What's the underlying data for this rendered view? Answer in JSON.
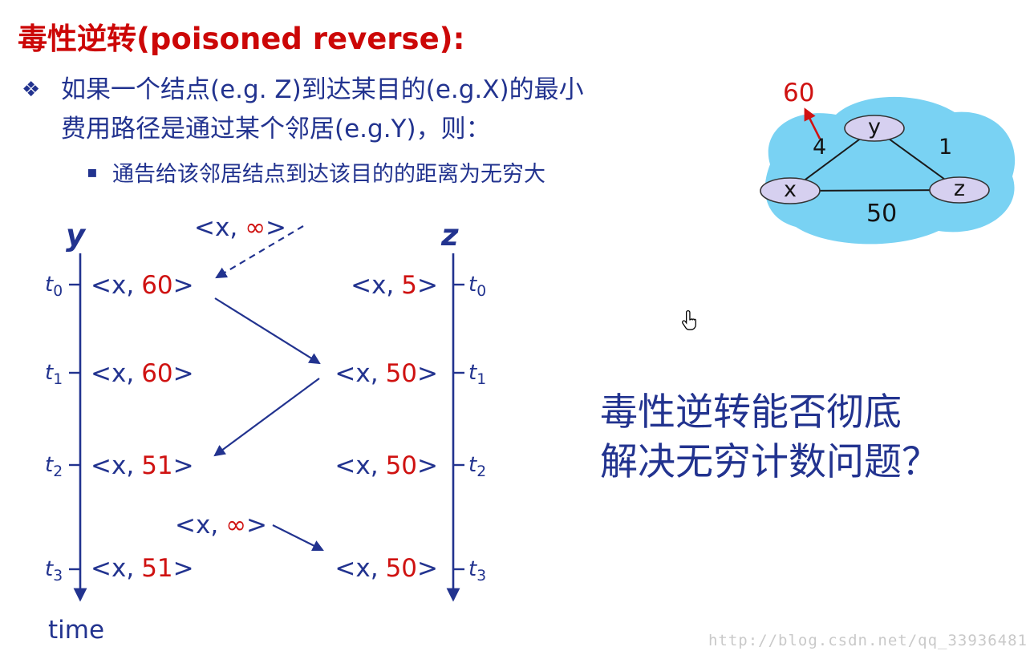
{
  "title": "毒性逆转(poisoned reverse):",
  "bullet": {
    "marker": "❖",
    "line1": "如果一个结点(e.g. Z)到达某目的(e.g.X)的最小",
    "line2": "费用路径是通过某个邻居(e.g.Y)，则：",
    "sub_marker": "▪",
    "sub_text": "通告给该邻居结点到达该目的的距离为无穷大"
  },
  "network": {
    "node_x": "x",
    "node_y": "y",
    "node_z": "z",
    "cost_xy": "4",
    "cost_yz": "1",
    "cost_xz": "50",
    "changed_cost": "60"
  },
  "timeline": {
    "axis_y_label": "y",
    "axis_z_label": "z",
    "time_label": "time",
    "ticks": [
      {
        "letter": "t",
        "sub": "0"
      },
      {
        "letter": "t",
        "sub": "1"
      },
      {
        "letter": "t",
        "sub": "2"
      },
      {
        "letter": "t",
        "sub": "3"
      }
    ],
    "y_messages": [
      {
        "prefix": "<x,",
        "value": "60",
        "suffix": ">"
      },
      {
        "prefix": "<x,",
        "value": "60",
        "suffix": ">"
      },
      {
        "prefix": "<x,",
        "value": "51",
        "suffix": ">"
      },
      {
        "prefix": "<x,",
        "value": "51",
        "suffix": ">"
      }
    ],
    "z_messages": [
      {
        "prefix": "<x,",
        "value": "5",
        "suffix": ">"
      },
      {
        "prefix": "<x,",
        "value": "50",
        "suffix": ">"
      },
      {
        "prefix": "<x,",
        "value": "50",
        "suffix": ">"
      },
      {
        "prefix": "<x,",
        "value": "50",
        "suffix": ">"
      }
    ],
    "inf_top": {
      "prefix": "<x,",
      "value": "∞",
      "suffix": ">"
    },
    "inf_bottom": {
      "prefix": "<x,",
      "value": "∞",
      "suffix": ">"
    }
  },
  "question": {
    "line1": "毒性逆转能否彻底",
    "line2": "解决无穷计数问题？"
  },
  "watermark": "http://blog.csdn.net/qq_33936481",
  "colors": {
    "title_red": "#cc0707",
    "text_blue": "#22338f",
    "value_red": "#cf1211",
    "blob_blue": "#79d2f3",
    "router_fill": "#d6d0f0",
    "watermark_gray": "#c9c9c9"
  }
}
